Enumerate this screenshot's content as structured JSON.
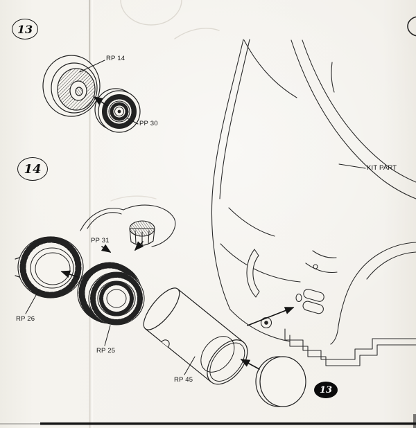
{
  "document": {
    "kind": "model-kit-assembly-instructions"
  },
  "steps": {
    "step13": "13",
    "step14": "14"
  },
  "part_labels": {
    "rp14": "RP 14",
    "pp30": "PP 30",
    "pp31": "PP 31",
    "rp26": "RP 26",
    "rp25": "RP 25",
    "rp45": "RP 45"
  },
  "annotations": {
    "kit_part": "KIT PART",
    "step_badge": "13"
  },
  "colors": {
    "ink": "#222222",
    "paper": "#f3f1ec",
    "badge_bg": "#0b0b0b"
  }
}
